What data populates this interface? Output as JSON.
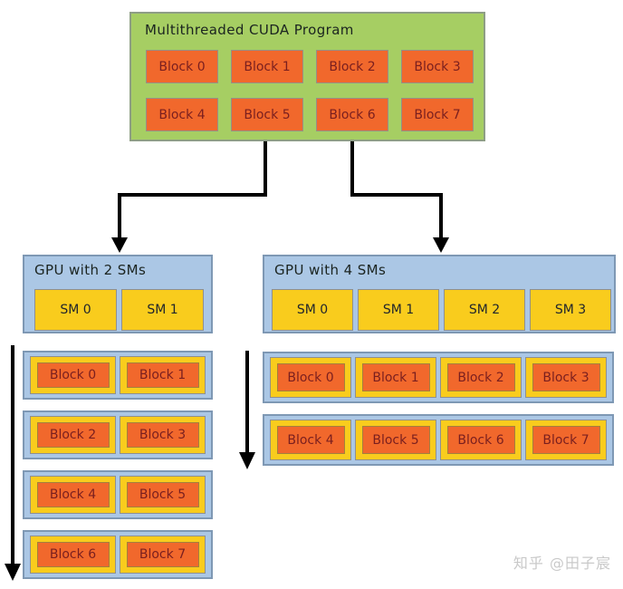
{
  "program": {
    "title": "Multithreaded CUDA Program",
    "blocks": [
      "Block 0",
      "Block 1",
      "Block 2",
      "Block 3",
      "Block 4",
      "Block 5",
      "Block 6",
      "Block 7"
    ]
  },
  "gpu2": {
    "title": "GPU with 2 SMs",
    "sms": [
      "SM 0",
      "SM 1"
    ],
    "schedule_rows": [
      [
        "Block 0",
        "Block 1"
      ],
      [
        "Block 2",
        "Block 3"
      ],
      [
        "Block 4",
        "Block 5"
      ],
      [
        "Block 6",
        "Block 7"
      ]
    ]
  },
  "gpu4": {
    "title": "GPU with 4 SMs",
    "sms": [
      "SM 0",
      "SM 1",
      "SM 2",
      "SM 3"
    ],
    "schedule_rows": [
      [
        "Block 0",
        "Block 1",
        "Block 2",
        "Block 3"
      ],
      [
        "Block 4",
        "Block 5",
        "Block 6",
        "Block 7"
      ]
    ]
  },
  "watermark": {
    "text": "知乎 @田子宸"
  },
  "colors": {
    "program_fill": "#a6ce63",
    "program_border": "#8e9e85",
    "block_fill": "#f1682c",
    "pblock_border": "#949186",
    "cblock_border": "#a3813c",
    "block_text": "#7a1f1f",
    "gpu_fill": "#abc7e5",
    "gpu_border": "#7e98b4",
    "sm_fill": "#f9cc1d",
    "sm_border": "#8f8f8f",
    "title_text": "#1b2420",
    "arrow": "#000000",
    "watermark_text": "#c9c9c9"
  }
}
